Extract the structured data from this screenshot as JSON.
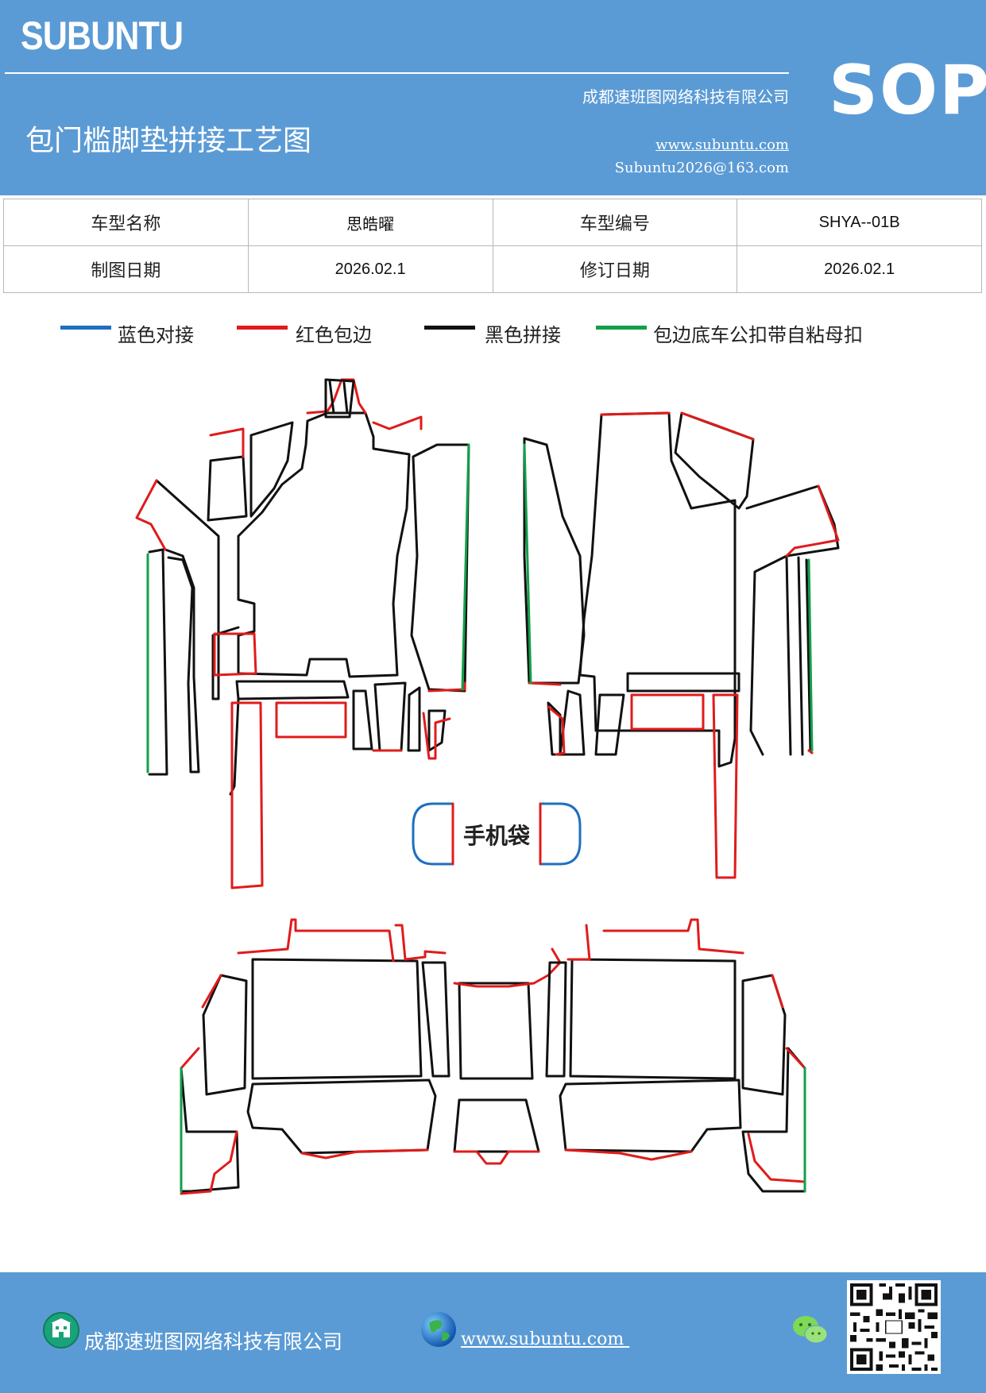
{
  "header": {
    "brand": "SUBUNTU",
    "company": "成都速班图网络科技有限公司",
    "title": "包门槛脚垫拼接工艺图",
    "website": "www.subuntu.com",
    "email": "Subuntu2026@163.com",
    "badge": "SOP"
  },
  "info_table": {
    "rows": [
      [
        "车型名称",
        "思皓曜",
        "车型编号",
        "SHYA--01B"
      ],
      [
        "制图日期",
        "2026.02.1",
        "修订日期",
        "2026.02.1"
      ]
    ]
  },
  "legend": [
    {
      "label": "蓝色对接",
      "color": "#1f6fbf"
    },
    {
      "label": "红色包边",
      "color": "#e01b1b"
    },
    {
      "label": "黑色拼接",
      "color": "#111111"
    },
    {
      "label": "包边底车公扣带自粘母扣",
      "color": "#12a04a"
    }
  ],
  "diagram": {
    "pocket_label": "手机袋"
  },
  "footer": {
    "company": "成都速班图网络科技有限公司",
    "website": "www.subuntu.com "
  },
  "icons": [
    "building-icon",
    "globe-icon",
    "wechat-icon",
    "qr-code"
  ]
}
